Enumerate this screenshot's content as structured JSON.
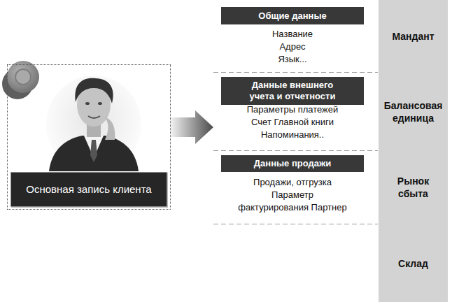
{
  "diagram": {
    "nodes": [
      {
        "text": [
          "Основная запись клиента"
        ]
      },
      {
        "text": [
          "Общие данные",
          "Название Адрес Язык..."
        ]
      },
      {
        "text": [
          "Данные внешнего учета и отчетности",
          "Параметры платежей Счет Главной книги Напоминания.."
        ]
      },
      {
        "text": [
          "Данные продажи",
          "Продажи, отгрузка Параметр фактурирования Партнер"
        ]
      },
      {
        "text": [
          "Мандант"
        ]
      },
      {
        "text": [
          "Балансовая единица"
        ]
      },
      {
        "text": [
          "Рынок сбыта"
        ]
      },
      {
        "text": [
          "Склад"
        ]
      }
    ],
    "edges": [
      {
        "from": 0,
        "to": 2,
        "arrow": "to"
      }
    ]
  }
}
